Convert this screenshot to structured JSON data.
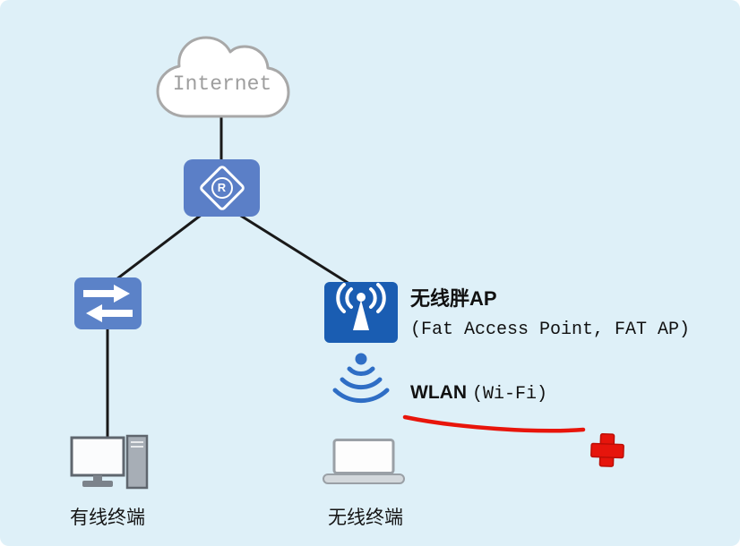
{
  "diagram": {
    "cloud": {
      "label": "Internet"
    },
    "router": {
      "label": "R"
    },
    "access_point": {
      "title": "无线胖AP",
      "subtitle": "(Fat Access Point, FAT AP)"
    },
    "wlan": {
      "label": "WLAN",
      "detail": "(Wi-Fi)"
    },
    "wired_terminal": {
      "label": "有线终端"
    },
    "wireless_terminal": {
      "label": "无线终端"
    }
  },
  "colors": {
    "background": "#def0f8",
    "router_blue": "#5b7fc7",
    "switch_blue": "#5b82c8",
    "ap_blue": "#1a5db2",
    "wifi_blue": "#2f6ec5",
    "connector_black": "#191919",
    "annotation_red": "#e8150b",
    "cloud_gray": "#a8a8a8"
  }
}
